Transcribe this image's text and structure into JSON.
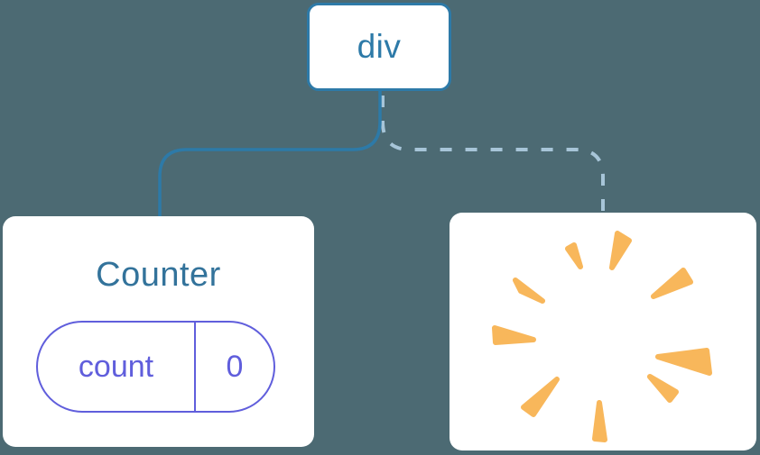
{
  "colors": {
    "bg": "#4C6A73",
    "blue": "#2D7AA8",
    "steel": "#33739B",
    "lightblue": "#A7C5D8",
    "purple": "#605EDC",
    "orange": "#F8B75B",
    "white": "#FFFFFF"
  },
  "diagram": {
    "root": {
      "label": "div"
    },
    "children": [
      {
        "id": "counter",
        "title": "Counter",
        "state": {
          "name": "count",
          "value": "0"
        },
        "link": "solid"
      },
      {
        "id": "removed",
        "icon": "poof-burst",
        "link": "dashed"
      }
    ]
  }
}
